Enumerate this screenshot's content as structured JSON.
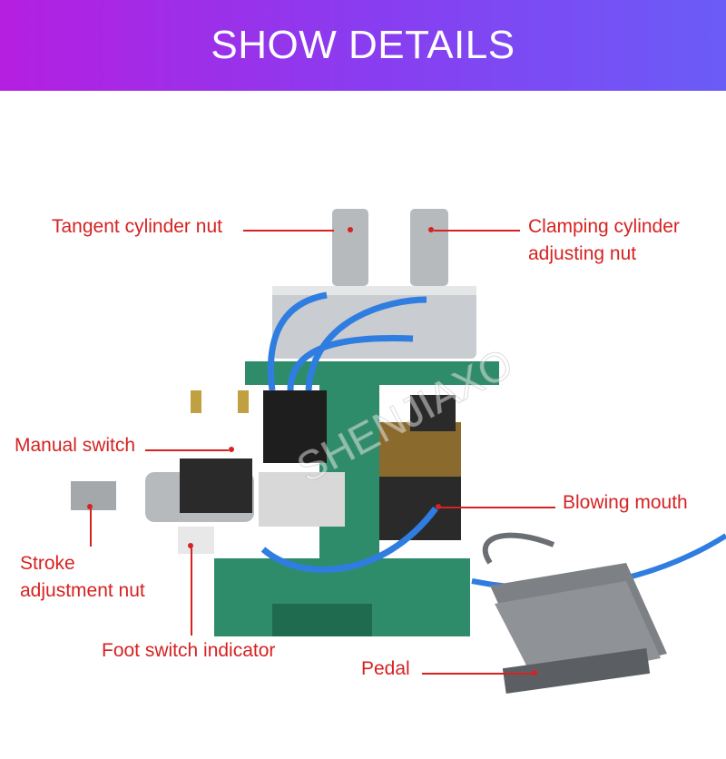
{
  "header": {
    "title": "SHOW DETAILS"
  },
  "watermark": "SHENJIAXO",
  "labels": {
    "tangent": "Tangent cylinder nut",
    "clamping_1": "Clamping cylinder",
    "clamping_2": "adjusting nut",
    "manual": "Manual switch",
    "blowing": "Blowing mouth",
    "stroke_1": "Stroke",
    "stroke_2": "adjustment nut",
    "foot": "Foot switch indicator",
    "pedal": "Pedal"
  },
  "colors": {
    "banner_start": "#b51fe0",
    "banner_end": "#6a5cf7",
    "label": "#d62222",
    "machine_green": "#2e8b6a",
    "tube_blue": "#2f7de0"
  }
}
